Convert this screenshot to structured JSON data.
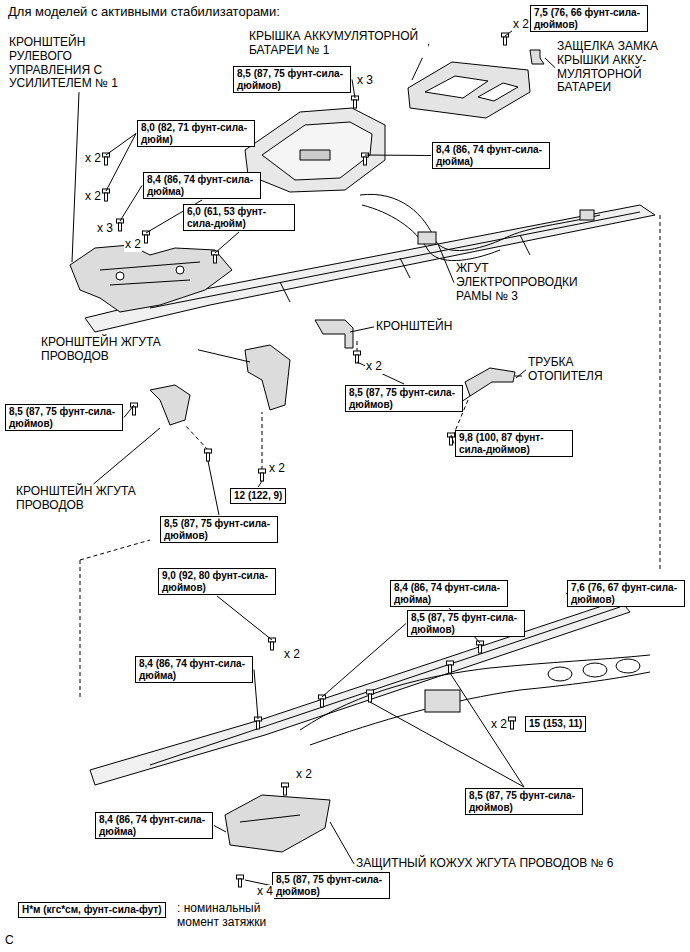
{
  "diagram": {
    "title": "Для моделей с активными стабилизаторами:",
    "nodes": [
      {
        "text": [
          "7,5 (76, 66 фунт-сила-дюймов)"
        ]
      },
      {
        "text": [
          "8,5 (87, 75 фунт-сила-дюймов)"
        ]
      },
      {
        "text": [
          "8,0 (82, 71 фунт-сила-дюйм)"
        ]
      },
      {
        "text": [
          "8,4 (86, 74 фунт-сила-дюйма)"
        ]
      },
      {
        "text": [
          "6,0 (61, 53 фунт-сила-дюйм)"
        ]
      },
      {
        "text": [
          "8,4 (86, 74 фунт-сила-дюйма)"
        ]
      },
      {
        "text": [
          "8,5 (87, 75 фунт-сила-дюймов)"
        ]
      },
      {
        "text": [
          "8,5 (87, 75 фунт-сила-дюймов)"
        ]
      },
      {
        "text": [
          "9,8 (100, 87 фунт-сила-дюймов)"
        ]
      },
      {
        "text": [
          "12 (122, 9)"
        ]
      },
      {
        "text": [
          "8,5 (87, 75 фунт-сила-дюймов)"
        ]
      },
      {
        "text": [
          "9,0 (92, 80 фунт-сила-дюймов)"
        ]
      },
      {
        "text": [
          "8,4 (86, 74 фунт-сила-дюйма)"
        ]
      },
      {
        "text": [
          "7,6 (76, 67 фунт-сила-дюймов)"
        ]
      },
      {
        "text": [
          "8,5 (87, 75 фунт-сила-дюймов)"
        ]
      },
      {
        "text": [
          "8,4 (86, 74 фунт-сила-дюйма)"
        ]
      },
      {
        "text": [
          "15 (153, 11)"
        ]
      },
      {
        "text": [
          "8,5 (87, 75 фунт-сила-дюймов)"
        ]
      },
      {
        "text": [
          "8,4 (86, 74 фунт-сила-дюйма)"
        ]
      },
      {
        "text": [
          "8,5 (87, 75 фунт-сила-дюймов)"
        ]
      },
      {
        "text": [
          "Н*м (кгс*см, фунт-сила-фут)"
        ]
      }
    ],
    "labels": [
      "КРОНШТЕЙН РУЛЕВОГО УПРАВЛЕНИЯ С УСИЛИТЕЛЕМ № 1",
      "КРЫШКА АККУМУЛЯТОРНОЙ БАТАРЕИ № 1",
      "x 2",
      "ЗАЩЕЛКА ЗАМКА КРЫШКИ АККУ-МУЛЯТОРНОЙ БАТАРЕИ",
      "x 3",
      "x 2",
      "x 2",
      "x 3",
      "x 2",
      "ЖГУТ ЭЛЕКТРОПРОВОДКИ РАМЫ № 3",
      "КРОНШТЕЙН ЖГУТА ПРОВОДОВ",
      "КРОНШТЕЙН",
      "x 2",
      "ТРУБКА ОТОПИТЕЛЯ",
      "x 2",
      "КРОНШТЕЙН ЖГУТА ПРОВОДОВ",
      "x 2",
      "x 2",
      "x 2",
      "ЗАЩИТНЫЙ КОЖУХ ЖГУТА ПРОВОДОВ № 6",
      "x 4",
      ": номинальный момент затяжки",
      "C"
    ]
  }
}
